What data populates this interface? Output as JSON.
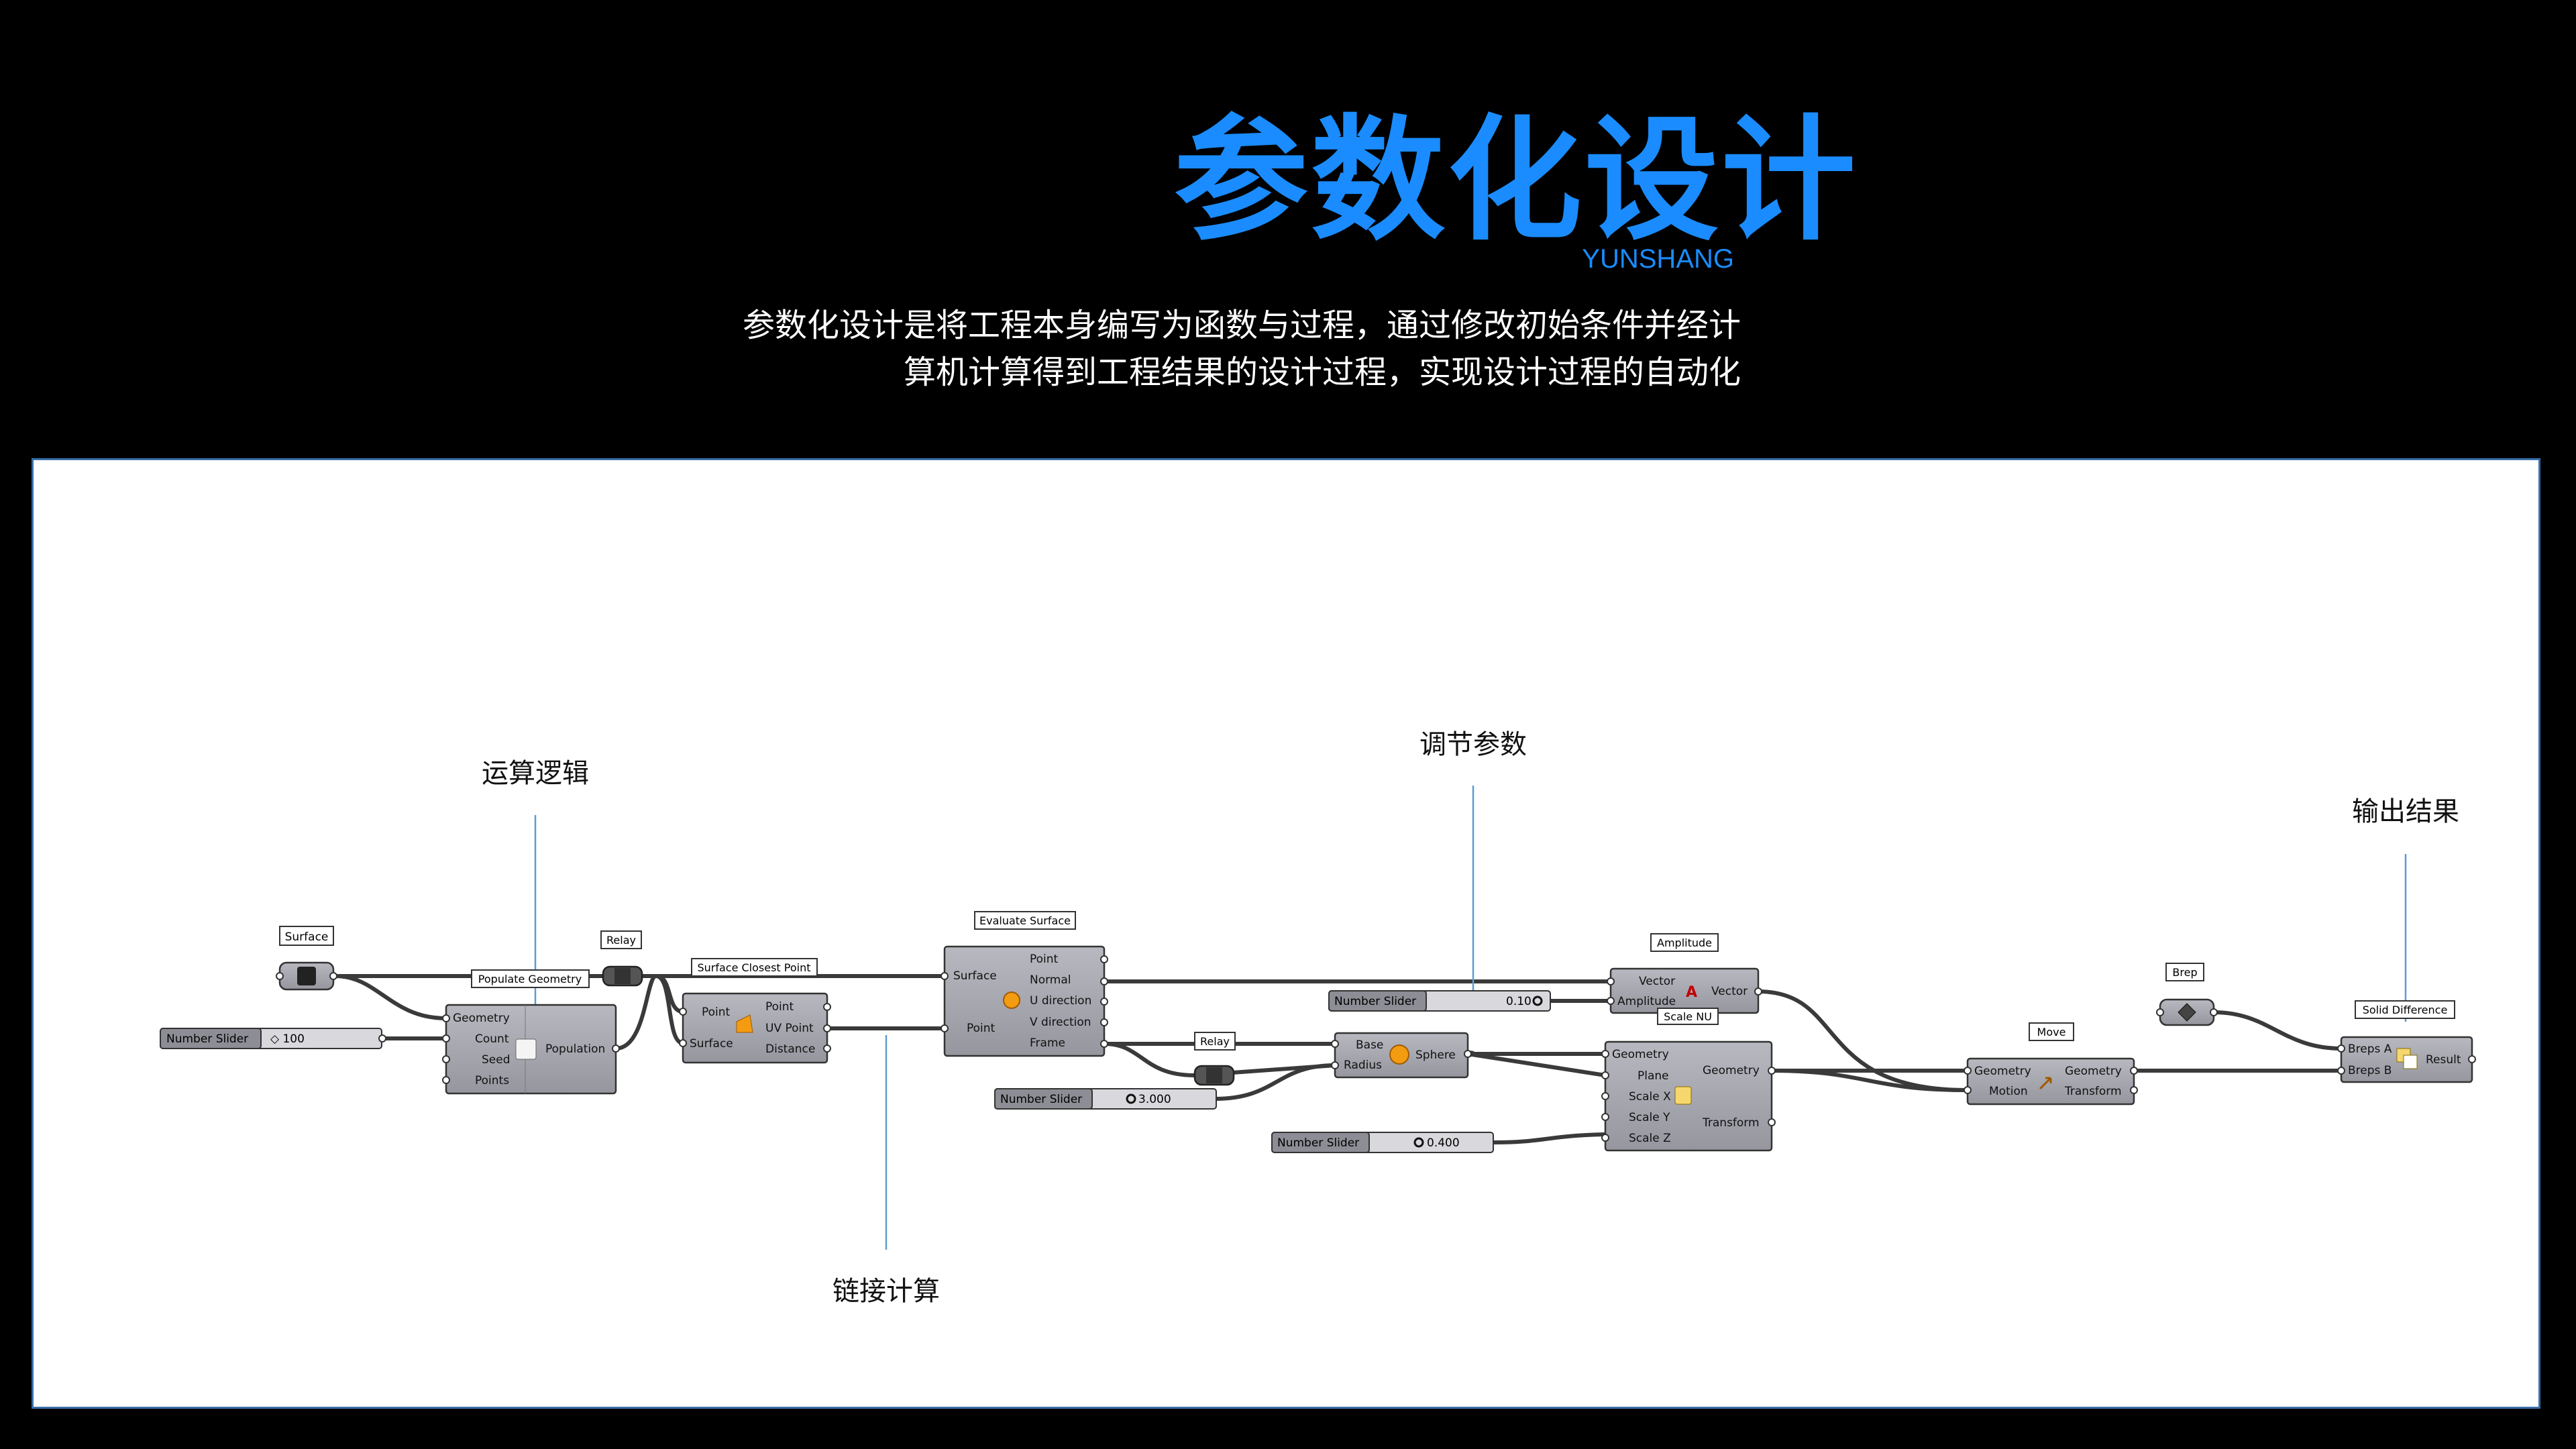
{
  "header": {
    "title": "参数化设计",
    "subtitle": "YUNSHANG",
    "description_line1": "参数化设计是将工程本身编写为函数与过程，通过修改初始条件并经计",
    "description_line2": "算机计算得到工程结果的设计过程，实现设计过程的自动化"
  },
  "annotations": {
    "logic": "运算逻辑",
    "adjust": "调节参数",
    "output": "输出结果",
    "link": "链接计算"
  },
  "components": {
    "surface": {
      "tag": "Surface"
    },
    "slider1": {
      "label": "Number Slider",
      "value": "◇ 100"
    },
    "populate": {
      "tag": "Populate Geometry",
      "in1": "Geometry",
      "in2": "Count",
      "in3": "Seed",
      "in4": "Points",
      "out1": "Population"
    },
    "relay1": {
      "tag": "Relay"
    },
    "closest": {
      "tag": "Surface Closest Point",
      "in1": "Point",
      "in2": "Surface",
      "out1": "Point",
      "out2": "UV Point",
      "out3": "Distance"
    },
    "evaluate": {
      "tag": "Evaluate Surface",
      "in1": "Surface",
      "in2": "Point",
      "out1": "Point",
      "out2": "Normal",
      "out3": "U direction",
      "out4": "V direction",
      "out5": "Frame"
    },
    "relay2": {
      "tag": "Relay"
    },
    "slider_radius": {
      "label": "Number Slider",
      "value": "3.000"
    },
    "sphere": {
      "in1": "Base",
      "in2": "Radius",
      "out1": "Sphere"
    },
    "slider_amp": {
      "label": "Number Slider",
      "value": "0.10"
    },
    "amplitude": {
      "tag": "Amplitude",
      "in1": "Vector",
      "in2": "Amplitude",
      "out1": "Vector"
    },
    "scale": {
      "tag": "Scale NU",
      "in1": "Geometry",
      "in2": "Plane",
      "in3": "Scale X",
      "in4": "Scale Y",
      "in5": "Scale Z",
      "out1": "Geometry",
      "out2": "Transform"
    },
    "slider_scale": {
      "label": "Number Slider",
      "value": "0.400"
    },
    "move": {
      "tag": "Move",
      "in1": "Geometry",
      "in2": "Motion",
      "out1": "Geometry",
      "out2": "Transform"
    },
    "brep": {
      "tag": "Brep"
    },
    "solid": {
      "tag": "Solid Difference",
      "in1": "Breps A",
      "in2": "Breps B",
      "out1": "Result"
    }
  },
  "colors": {
    "accent": "#1a8cff",
    "node_fill": "#a3a3ad",
    "node_stroke": "#3d3d3d",
    "slider_label_fill": "#8d8d95",
    "annotation_line": "#5b9bd5"
  }
}
